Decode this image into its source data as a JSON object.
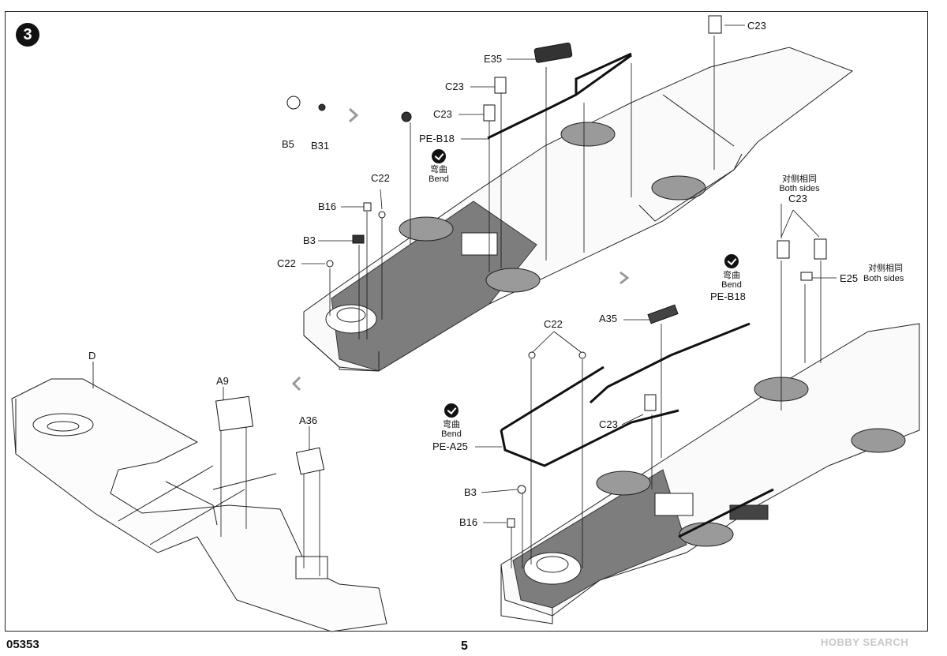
{
  "step": {
    "number": "3"
  },
  "footer": {
    "code": "05353",
    "page": "5",
    "watermark": "HOBBY SEARCH"
  },
  "callouts": {
    "b5": "B5",
    "b31": "B31",
    "e35": "E35",
    "c23_a": "C23",
    "c23_b": "C23",
    "c23_top": "C23",
    "pe_b18_a": "PE-B18",
    "c22_a": "C22",
    "b16_a": "B16",
    "b3_a": "B3",
    "c22_b": "C22",
    "d": "D",
    "a9": "A9",
    "a36": "A36",
    "c23_right": "C23",
    "e25": "E25",
    "pe_b18_b": "PE-B18",
    "a35": "A35",
    "c22_c": "C22",
    "c23_d": "C23",
    "pe_a25": "PE-A25",
    "b3_b": "B3",
    "b16_b": "B16"
  },
  "notes": {
    "bend_zh": "弯曲",
    "bend_en": "Bend",
    "both_sides_zh": "对侧相同",
    "both_sides_en": "Both sides"
  }
}
